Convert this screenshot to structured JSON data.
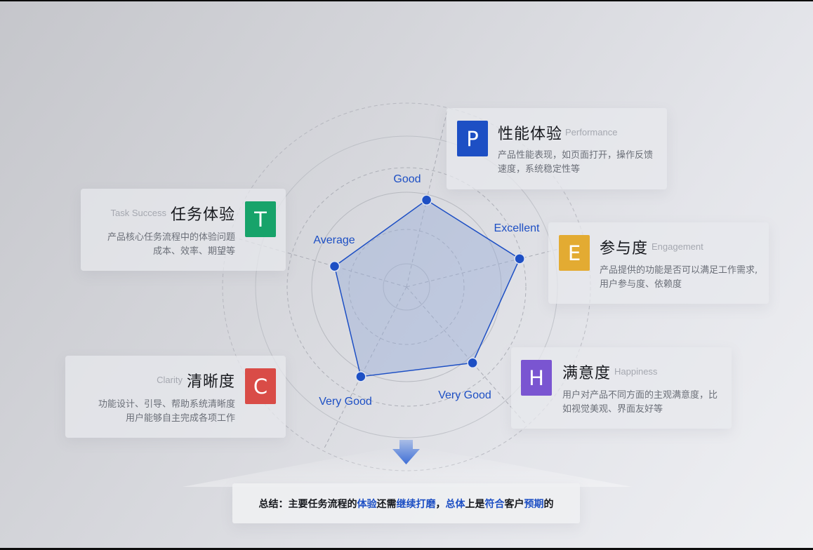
{
  "chart_data": {
    "type": "radar",
    "axes": [
      {
        "label": "Good",
        "value": 0.62
      },
      {
        "label": "Excellent",
        "value": 0.81
      },
      {
        "label": "Very Good",
        "value": 0.7
      },
      {
        "label": "Very Good",
        "value": 0.7
      },
      {
        "label": "Average",
        "value": 0.52
      }
    ],
    "rings": 4,
    "colors": {
      "fill": "#9aaed6",
      "line": "#1d4fc4",
      "point": "#1d4fc4"
    }
  },
  "cards": {
    "performance": {
      "letter": "P",
      "title": "性能体验",
      "subtitle": "Performance",
      "lines": [
        "产品性能表现，如页面打开，操作反馈",
        "速度，系统稳定性等"
      ],
      "color": "#1d4fc4"
    },
    "task": {
      "letter": "T",
      "title": "任务体验",
      "subtitle": "Task Success",
      "lines": [
        "产品核心任务流程中的体验问题",
        "成本、效率、期望等"
      ],
      "color": "#17a36a"
    },
    "engagement": {
      "letter": "E",
      "title": "参与度",
      "subtitle": "Engagement",
      "lines": [
        "产品提供的功能是否可以满足工作需求,",
        "用户参与度、依赖度"
      ],
      "color": "#e3ab32"
    },
    "clarity": {
      "letter": "C",
      "title": "清晰度",
      "subtitle": "Clarity",
      "lines": [
        "功能设计、引导、帮助系统清晰度",
        "用户能够自主完成各项工作"
      ],
      "color": "#d94c47"
    },
    "happiness": {
      "letter": "H",
      "title": "满意度",
      "subtitle": "Happiness",
      "lines": [
        "用户对产品不同方面的主观满意度，比",
        "如视觉美观、界面友好等"
      ],
      "color": "#7a55d1"
    }
  },
  "summary": {
    "segments": [
      {
        "text": "总结：主要任务流程的",
        "hl": false
      },
      {
        "text": "体验",
        "hl": true
      },
      {
        "text": "还需",
        "hl": false
      },
      {
        "text": "继续打磨",
        "hl": true
      },
      {
        "text": "，",
        "hl": false
      },
      {
        "text": "总体",
        "hl": true
      },
      {
        "text": "上是",
        "hl": false
      },
      {
        "text": "符合",
        "hl": true
      },
      {
        "text": "客户",
        "hl": false
      },
      {
        "text": "预期",
        "hl": true
      },
      {
        "text": "的",
        "hl": false
      }
    ]
  }
}
